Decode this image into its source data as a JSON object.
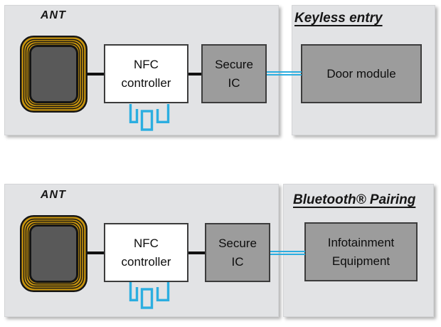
{
  "diagram": {
    "rows": [
      {
        "use_case_title": "Keyless entry",
        "antenna_label": "ANT",
        "nfc_line1": "NFC",
        "nfc_line2": "controller",
        "secure_line1": "Secure",
        "secure_line2": "IC",
        "target_line1": "Door module"
      },
      {
        "use_case_title": "Bluetooth® Pairing",
        "antenna_label": "ANT",
        "nfc_line1": "NFC",
        "nfc_line2": "controller",
        "secure_line1": "Secure",
        "secure_line2": "IC",
        "target_line1": "Infotainment",
        "target_line2": "Equipment"
      }
    ],
    "icons": {
      "antenna_coil": "antenna-coil-icon",
      "crystal_oscillator": "crystal-oscillator-icon"
    },
    "colors": {
      "panel_background": "#e2e3e5",
      "module_gray": "#9c9c9c",
      "module_border": "#3c3c3c",
      "bus_cyan": "#2caee0",
      "coil_gold": "#c8940d",
      "coil_core_gray": "#595959",
      "wire_black": "#111111"
    }
  }
}
